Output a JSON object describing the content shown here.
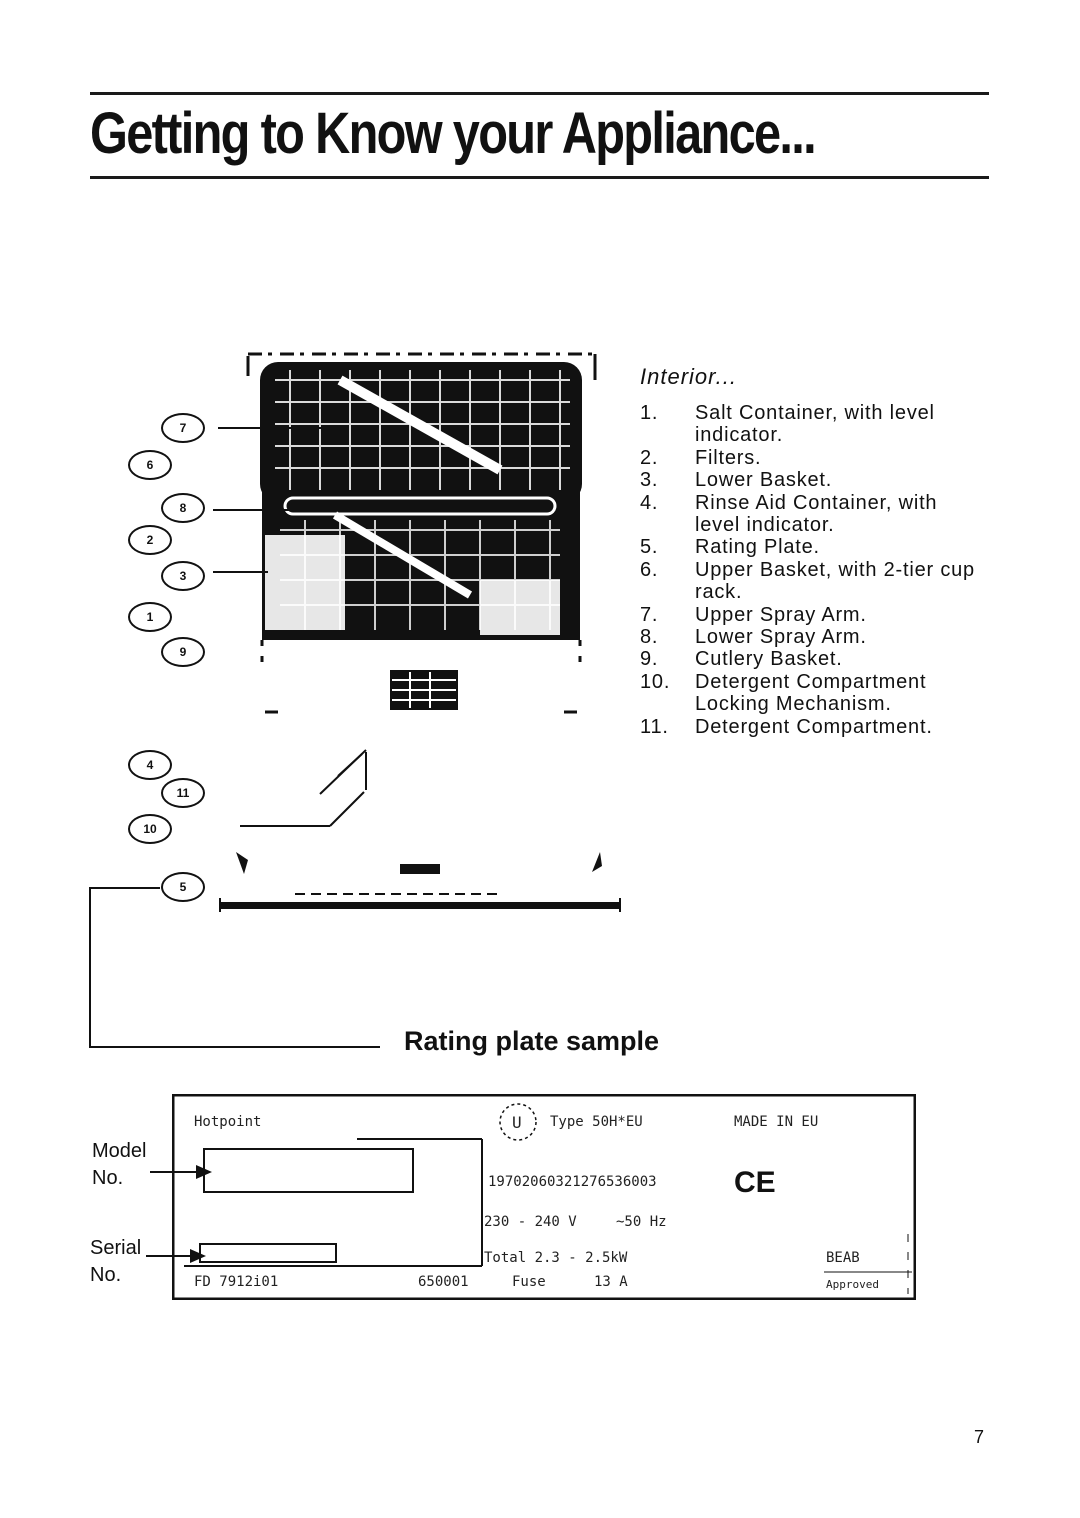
{
  "page": {
    "title": "Getting to Know your Appliance...",
    "page_number": "7"
  },
  "diagram": {
    "callouts": [
      "7",
      "6",
      "8",
      "2",
      "3",
      "1",
      "9",
      "4",
      "11",
      "10",
      "5"
    ]
  },
  "interior": {
    "heading": "Interior...",
    "items": [
      {
        "num": "1.",
        "text": "Salt Container, with level indicator."
      },
      {
        "num": "2.",
        "text": "Filters."
      },
      {
        "num": "3.",
        "text": "Lower Basket."
      },
      {
        "num": "4.",
        "text": "Rinse Aid Container, with level indicator."
      },
      {
        "num": "5.",
        "text": "Rating Plate."
      },
      {
        "num": "6.",
        "text": "Upper Basket, with 2-tier cup rack."
      },
      {
        "num": "7.",
        "text": "Upper Spray Arm."
      },
      {
        "num": "8.",
        "text": "Lower Spray Arm."
      },
      {
        "num": "9.",
        "text": "Cutlery Basket."
      },
      {
        "num": "10.",
        "text": "Detergent Compartment Locking Mechanism."
      },
      {
        "num": "11.",
        "text": "Detergent Compartment."
      }
    ]
  },
  "rating_plate": {
    "heading": "Rating plate sample",
    "brand": "Hotpoint",
    "type": "Type 50H*EU",
    "made_in": "MADE IN EU",
    "code": "19702060321276536003",
    "ce_mark": "CE",
    "voltage": "230 - 240 V",
    "frequency": "~50 Hz",
    "power": "Total 2.3 - 2.5kW",
    "serial_code": "FD 7912i01",
    "serial_extra": "650001",
    "fuse": "Fuse",
    "current": "13 A",
    "approval": "BEAB",
    "approval_sub": "Approved",
    "model_label": "Model No.",
    "serial_label": "Serial No."
  }
}
